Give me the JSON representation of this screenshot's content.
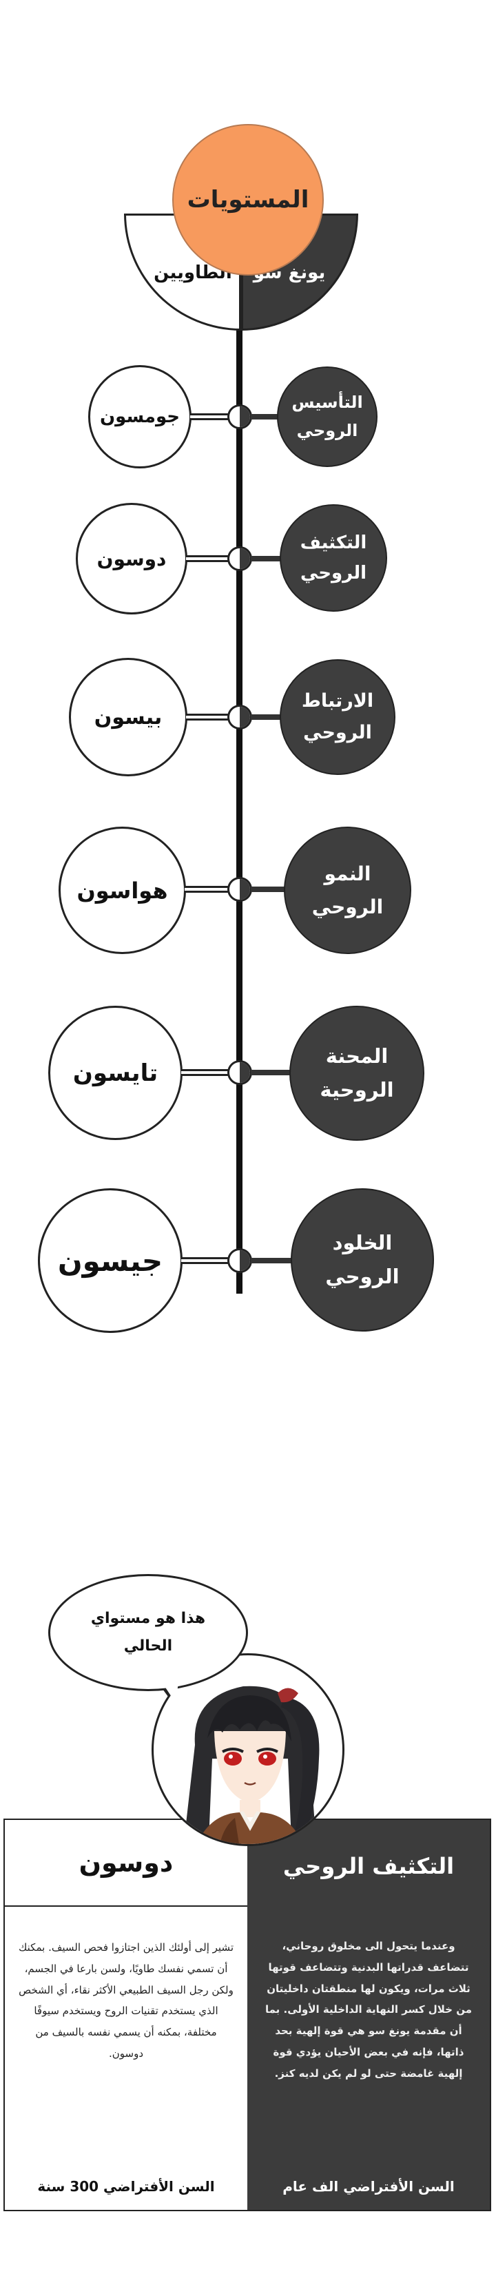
{
  "header": {
    "title": "المستويات",
    "left_faction": "الطاويين",
    "right_faction": "يونغ سو"
  },
  "levels": [
    {
      "taoist": "جومسون",
      "spirit": "التأسيس\nالروحي"
    },
    {
      "taoist": "دوسون",
      "spirit": "التكثيف\nالروحي"
    },
    {
      "taoist": "بيسون",
      "spirit": "الارتباط\nالروحي"
    },
    {
      "taoist": "هواسون",
      "spirit": "النمو\nالروحي"
    },
    {
      "taoist": "تايسون",
      "spirit": "المحنة\nالروحية"
    },
    {
      "taoist": "جيسون",
      "spirit": "الخلود\nالروحي"
    }
  ],
  "speech": {
    "text": "هذا هو مستواي\nالحالي"
  },
  "card": {
    "left_title": "دوسون",
    "left_body": "تشير إلى أولئك الذين اجتازوا فحص السيف. بمكنك أن تسمي نفسك طاويًا، ولسن بارعا في الجسم، ولكن رجل السيف الطبيعي الأكثر نقاء، أي الشخص الذي يستخدم تقنيات الروح ويستخدم سيوفًا مختلفة، بمكنه أن يسمي نفسه بالسيف من دوسون.",
    "left_footer": "السن الأفتراضي 300 سنة",
    "right_title": "التكثيف الروحي",
    "right_body": "وعندما يتحول الى مخلوق روحاني، تتضاعف قدراتها البدنية وتتضاعف قوتها ثلاث مرات، ويكون لها منطقتان داخليتان من خلال كسر النهاية الداخلية الأولى. بما أن مقدمة يونغ سو هي قوة إلهية بحد ذاتها، فإنه في بعض الأحيان يؤدي قوة إلهية غامضة حتى لو لم يكن لديه كنز.",
    "right_footer": "السن الأفتراضي الف عام"
  },
  "colors": {
    "accent_orange": "#f79a5d",
    "dark": "#3c3c3c",
    "outline": "#222222"
  }
}
